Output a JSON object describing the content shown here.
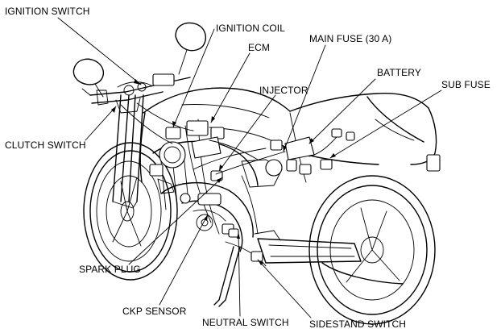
{
  "labels": {
    "ignition_switch": "IGNITION SWITCH",
    "ignition_coil": "IGNITION COIL",
    "main_fuse": "MAIN FUSE (30 A)",
    "ecm": "ECM",
    "battery": "BATTERY",
    "injector": "INJECTOR",
    "sub_fuse": "SUB FUSE",
    "clutch_switch": "CLUTCH SWITCH",
    "spark_plug": "SPARK PLUG",
    "ckp_sensor": "CKP SENSOR",
    "neutral_switch": "NEUTRAL SWITCH",
    "sidestand_switch": "SIDESTAND SWITCH"
  }
}
